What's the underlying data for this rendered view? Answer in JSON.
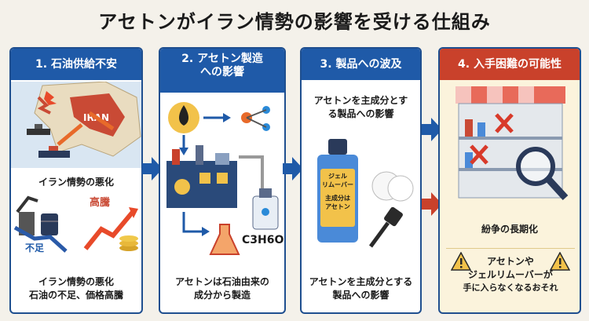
{
  "title": "アセトンがイラン情勢の影響を受ける仕組み",
  "panels": [
    {
      "heading": "1. 石油供給不安",
      "map_label": "IRAN",
      "caption_top": "イラン情勢の悪化",
      "label_shortage": "不足",
      "label_price": "高騰",
      "caption_bottom_1": "イラン情勢の悪化",
      "caption_bottom_2": "石油の不足、価格高騰"
    },
    {
      "heading_1": "2. アセトン製造",
      "heading_2": "への影響",
      "formula": "C3H6O",
      "caption_1": "アセトンは石油由来の",
      "caption_2": "成分から製造"
    },
    {
      "heading": "3. 製品への波及",
      "caption_top_1": "アセトンを主成分とす",
      "caption_top_2": "る製品への影響",
      "bottle_label_1": "ジェル",
      "bottle_label_2": "リムーバー",
      "bottle_label_3": "主成分は",
      "bottle_label_4": "アセトン",
      "caption_bottom_1": "アセトンを主成分とする",
      "caption_bottom_2": "製品への影響"
    },
    {
      "heading": "4. 入手困難の可能性",
      "caption": "紛争の長期化",
      "warn_1": "アセトンや",
      "warn_2": "ジェルリムーバーが",
      "warn_3": "手に入らなくなるおそれ"
    }
  ],
  "colors": {
    "header_blue": "#1f5aa8",
    "header_red": "#c9412b",
    "arrow_blue": "#1f5aa8",
    "arrow_red": "#c9412b"
  }
}
